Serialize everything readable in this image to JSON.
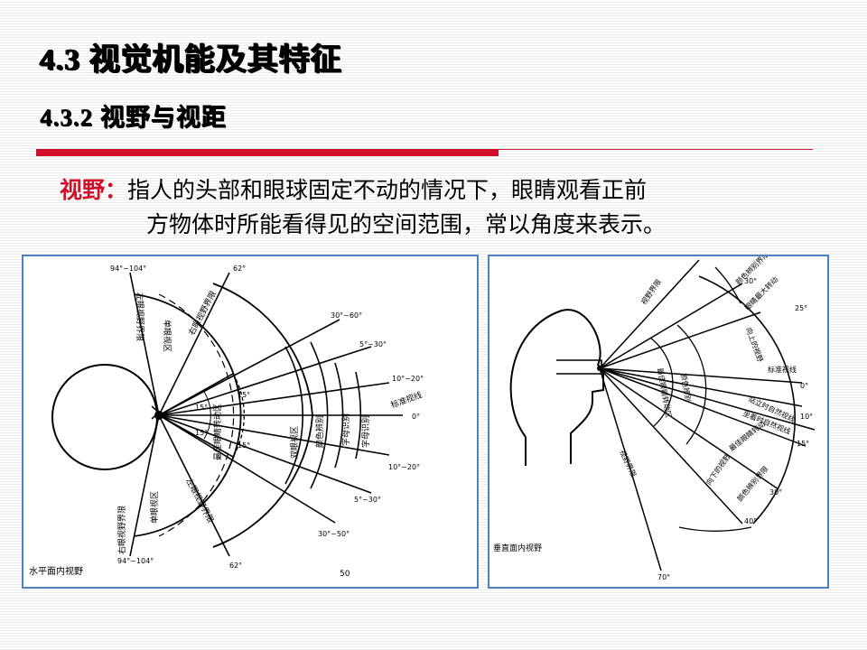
{
  "slide": {
    "title": "4.3  视觉机能及其特征",
    "subtitle": "4.3.2  视野与视距",
    "definition_term": "视野：",
    "definition_line1": "指人的头部和眼球固定不动的情况下，眼睛观看正前",
    "definition_line2": "方物体时所能看得见的空间范围，常以角度来表示。"
  },
  "horizontal_figure": {
    "caption": "水平面内视野",
    "page_number": "50",
    "angles": {
      "a94_104_top": "94°~104°",
      "a62_top": "62°",
      "a30_60_top": "30°~60°",
      "a5_30_top": "5°~30°",
      "a10_20_top": "10°~20°",
      "a0": "0°",
      "a10_20_bottom": "10°~20°",
      "a5_30_bottom": "5°~30°",
      "a30_60_bottom": "30°~50°",
      "a62_bottom": "62°",
      "a94_104_bottom": "94°~104°",
      "a15_upper": "15°",
      "a15_upper2": "15°",
      "a15_lower": "15°",
      "a15_lower2": "15°"
    },
    "labels": {
      "left_eye_limit": "左眼视野界限",
      "right_eye_limit": "右眼视野界限",
      "mono_top": "单眼视区",
      "right_eye_bound_top": "右眼视野界限",
      "left_eye_bound_bottom": "左眼视野界限",
      "mono_bottom": "单眼视区",
      "best_eye_rot": "最佳眼睛转动区",
      "binocular": "双眼视区",
      "color_disc": "颜色辨别",
      "char_recog": "字母识别",
      "char_recog2": "字母识别",
      "standard_line": "标准视线"
    }
  },
  "vertical_figure": {
    "caption": "垂直面内视野",
    "angles": {
      "a30_top": "30°",
      "a25_top": "25°",
      "a0": "0°",
      "a10": "10°",
      "a15": "15°",
      "a30_bottom": "30°",
      "a40_bottom": "40°",
      "a70_bottom": "70°"
    },
    "labels": {
      "view_limit_top": "视野界限",
      "color_limit_top": "颜色辨别界限",
      "max_eye_rot": "眼睛最大转动",
      "up_view": "向上的视野",
      "standard_line": "标准视线",
      "best_eye_rot_left": "最佳眼睛转动区",
      "color_disc": "颜色辨别",
      "stand_line": "站立时自然视线",
      "sit_line": "坐着时自然视线",
      "best_eye_rot2": "最佳眼睛转动",
      "down_view": "向下的视野",
      "color_limit_bottom": "颜色辨别界限",
      "view_limit_bottom": "视野界限"
    }
  }
}
